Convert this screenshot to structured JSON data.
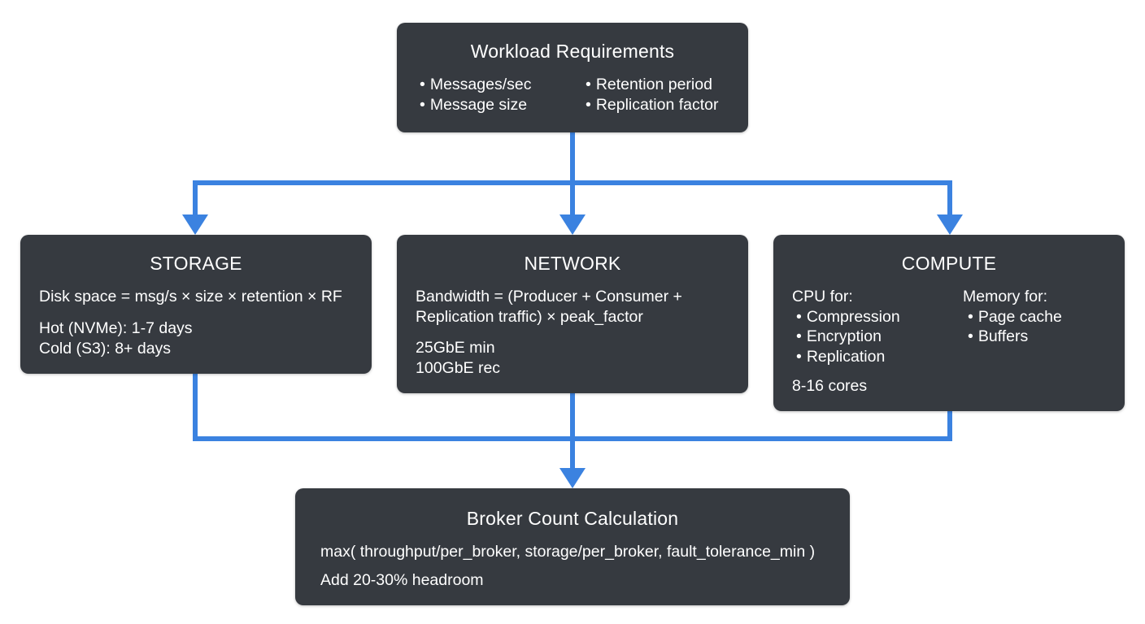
{
  "colors": {
    "box_fill": "#363a40",
    "text": "#ffffff",
    "connector": "#3b82e0",
    "background": "#ffffff"
  },
  "workload": {
    "title": "Workload Requirements",
    "left_items": [
      "Messages/sec",
      "Message size"
    ],
    "right_items": [
      "Retention period",
      "Replication factor"
    ]
  },
  "storage": {
    "title": "STORAGE",
    "formula": "Disk space = msg/s × size × retention × RF",
    "tiers": [
      "Hot (NVMe): 1-7 days",
      "Cold (S3): 8+ days"
    ]
  },
  "network": {
    "title": "NETWORK",
    "formula_lines": [
      "Bandwidth = (Producer + Consumer +",
      "Replication traffic) × peak_factor"
    ],
    "specs": [
      "25GbE min",
      "100GbE rec"
    ]
  },
  "compute": {
    "title": "COMPUTE",
    "cpu_label": "CPU for:",
    "cpu_items": [
      "Compression",
      "Encryption",
      "Replication"
    ],
    "memory_label": "Memory for:",
    "memory_items": [
      "Page cache",
      "Buffers"
    ],
    "cores": "8-16 cores"
  },
  "broker": {
    "title": "Broker Count Calculation",
    "formula": "max( throughput/per_broker, storage/per_broker, fault_tolerance_min )",
    "note": "Add 20-30% headroom"
  }
}
